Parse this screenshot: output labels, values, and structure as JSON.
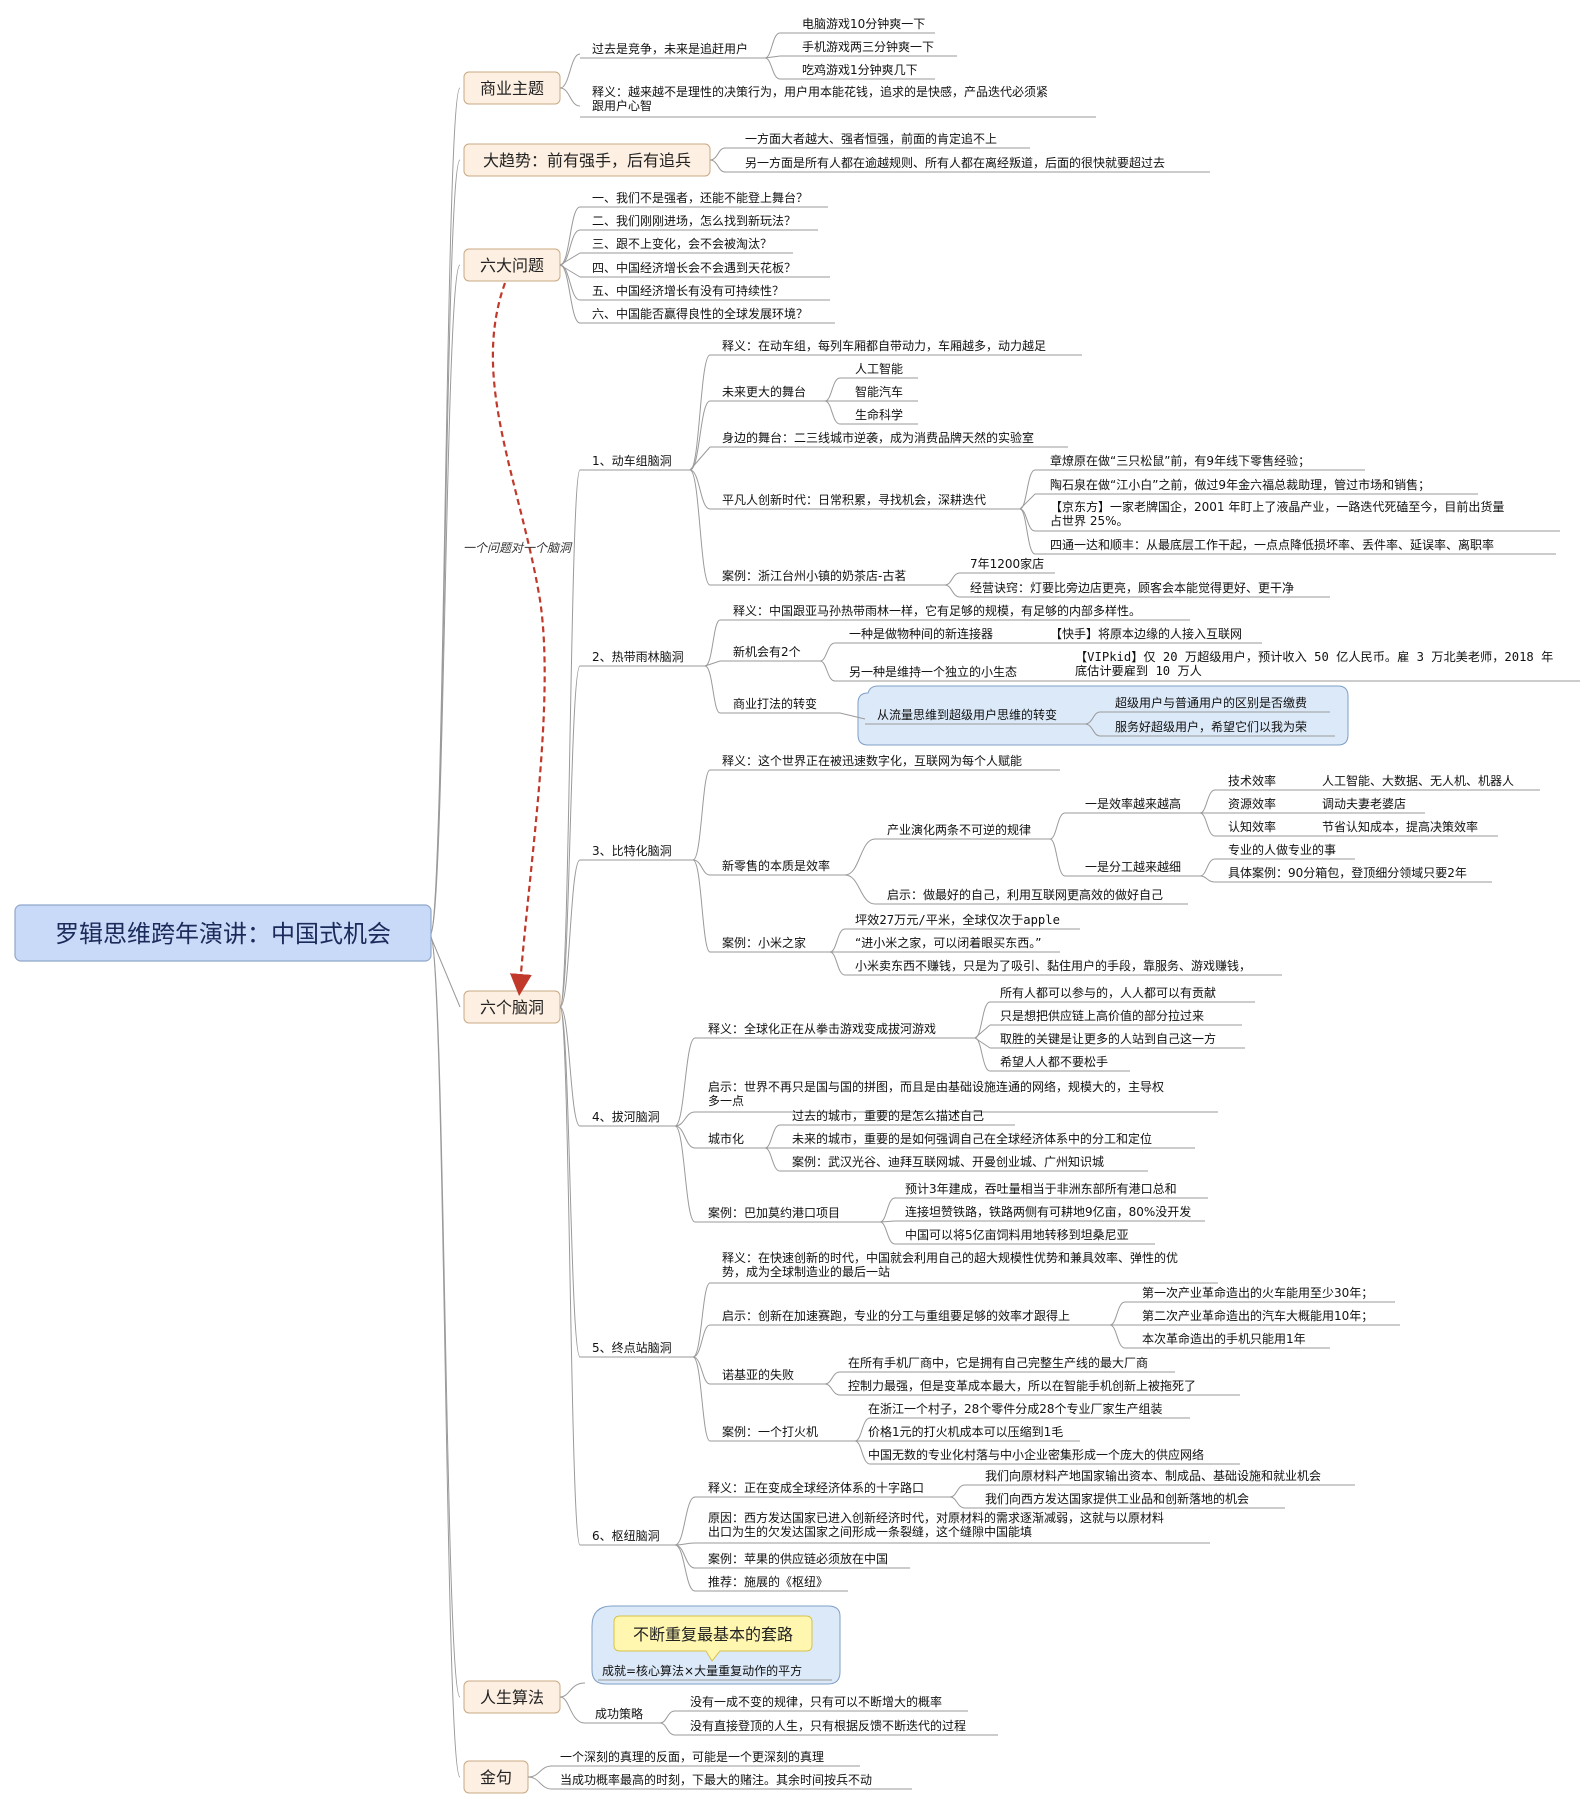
{
  "root": "罗辑思维跨年演讲：中国式机会",
  "relation_label": "一个问题对一个脑洞",
  "callout": "不断重复最基本的套路",
  "nodes": {
    "biz": "商业主题",
    "biz_a": "过去是竞争，未来是追赶用户",
    "biz_a1": "电脑游戏10分钟爽一下",
    "biz_a2": "手机游戏两三分钟爽一下",
    "biz_a3": "吃鸡游戏1分钟爽几下",
    "biz_b1": "释义：越来越不是理性的决策行为，用户用本能花钱，追求的是快感，产品迭代必须紧",
    "biz_b2": "跟用户心智",
    "trend": "大趋势：前有强手，后有追兵",
    "trend_1": "一方面大者越大、强者恒强，前面的肯定追不上",
    "trend_2": "另一方面是所有人都在逾越规则、所有人都在离经叛道，后面的很快就要超过去",
    "q": "六大问题",
    "q1": "一、我们不是强者，还能不能登上舞台？",
    "q2": "二、我们刚刚进场，怎么找到新玩法？",
    "q3": "三、跟不上变化，会不会被淘汰？",
    "q4": "四、中国经济增长会不会遇到天花板？",
    "q5": "五、中国经济增长有没有可持续性？",
    "q6": "六、中国能否赢得良性的全球发展环境？",
    "b": "六个脑洞",
    "b1": "1、动车组脑洞",
    "b1_a": "释义：在动车组，每列车厢都自带动力，车厢越多，动力越足",
    "b1_b": "未来更大的舞台",
    "b1_b1": "人工智能",
    "b1_b2": "智能汽车",
    "b1_b3": "生命科学",
    "b1_c": "身边的舞台：二三线城市逆袭，成为消费品牌天然的实验室",
    "b1_d": "平凡人创新时代：日常积累，寻找机会，深耕迭代",
    "b1_d1": "章燎原在做“三只松鼠”前，有9年线下零售经验；",
    "b1_d2": "陶石泉在做“江小白”之前，做过9年金六福总裁助理，管过市场和销售；",
    "b1_d3a": "【京东方】一家老牌国企，2001 年盯上了液晶产业，一路迭代死磕至今，目前出货量",
    "b1_d3b": "占世界 25%。",
    "b1_d4": "四通一达和顺丰：从最底层工作干起，一点点降低损坏率、丢件率、延误率、离职率",
    "b1_e": "案例：浙江台州小镇的奶茶店-古茗",
    "b1_e1": "7年1200家店",
    "b1_e2": "经营诀窍：灯要比旁边店更亮，顾客会本能觉得更好、更干净",
    "b2": "2、热带雨林脑洞",
    "b2_a": "释义：中国跟亚马孙热带雨林一样，它有足够的规模，有足够的内部多样性。",
    "b2_b": "新机会有2个",
    "b2_b1": "一种是做物种间的新连接器",
    "b2_b1x": "【快手】将原本边缘的人接入互联网",
    "b2_b2": "另一种是维持一个独立的小生态",
    "b2_b2xa": "【VIPkid】仅 20 万超级用户，预计收入 50 亿人民币。雇 3 万北美老师，2018 年",
    "b2_b2xb": "底估计要雇到 10 万人",
    "b2_c": "商业打法的转变",
    "b2_c1": "从流量思维到超级用户思维的转变",
    "b2_c1a": "超级用户与普通用户的区别是否缴费",
    "b2_c1b": "服务好超级用户，希望它们以我为荣",
    "b3": "3、比特化脑洞",
    "b3_a": "释义：这个世界正在被迅速数字化，互联网为每个人赋能",
    "b3_b": "新零售的本质是效率",
    "b3_b1": "产业演化两条不可逆的规律",
    "b3_b1a": "一是效率越来越高",
    "b3_b1a1": "技术效率",
    "b3_b1a1x": "人工智能、大数据、无人机、机器人",
    "b3_b1a2": "资源效率",
    "b3_b1a2x": "调动夫妻老婆店",
    "b3_b1a3": "认知效率",
    "b3_b1a3x": "节省认知成本，提高决策效率",
    "b3_b1b": "一是分工越来越细",
    "b3_b1b1": "专业的人做专业的事",
    "b3_b1b2": "具体案例：90分箱包，登顶细分领域只要2年",
    "b3_b2": "启示：做最好的自己，利用互联网更高效的做好自己",
    "b3_c": "案例：小米之家",
    "b3_c1": "坪效27万元/平米，全球仅次于apple",
    "b3_c2": "“进小米之家，可以闭着眼买东西。”",
    "b3_c3": "小米卖东西不赚钱，只是为了吸引、黏住用户的手段，靠服务、游戏赚钱，",
    "b4": "4、拔河脑洞",
    "b4_a": "释义：全球化正在从拳击游戏变成拔河游戏",
    "b4_a1": "所有人都可以参与的，人人都可以有贡献",
    "b4_a2": "只是想把供应链上高价值的部分拉过来",
    "b4_a3": "取胜的关键是让更多的人站到自己这一方",
    "b4_a4": "希望人人都不要松手",
    "b4_b1": "启示：世界不再只是国与国的拼图，而且是由基础设施连通的网络，规模大的，主导权",
    "b4_b2": "多一点",
    "b4_c": "城市化",
    "b4_c1": "过去的城市，重要的是怎么描述自己",
    "b4_c2": "未来的城市，重要的是如何强调自己在全球经济体系中的分工和定位",
    "b4_c3": "案例：武汉光谷、迪拜互联网城、开曼创业城、广州知识城",
    "b4_d": "案例：巴加莫约港口项目",
    "b4_d1": "预计3年建成，吞吐量相当于非洲东部所有港口总和",
    "b4_d2": "连接坦赞铁路，铁路两侧有可耕地9亿亩，80%没开发",
    "b4_d3": "中国可以将5亿亩饲料用地转移到坦桑尼亚",
    "b5": "5、终点站脑洞",
    "b5_a1": "释义：在快速创新的时代，中国就会利用自己的超大规模性优势和兼具效率、弹性的优",
    "b5_a2": "势，成为全球制造业的最后一站",
    "b5_b": "启示：创新在加速赛跑，专业的分工与重组要足够的效率才跟得上",
    "b5_b1": "第一次产业革命造出的火车能用至少30年；",
    "b5_b2": "第二次产业革命造出的汽车大概能用10年；",
    "b5_b3": "本次革命造出的手机只能用1年",
    "b5_c": "诺基亚的失败",
    "b5_c1": "在所有手机厂商中，它是拥有自己完整生产线的最大厂商",
    "b5_c2": "控制力最强，但是变革成本最大，所以在智能手机创新上被拖死了",
    "b5_d": "案例：一个打火机",
    "b5_d1": "在浙江一个村子，28个零件分成28个专业厂家生产组装",
    "b5_d2": "价格1元的打火机成本可以压缩到1毛",
    "b5_d3": "中国无数的专业化村落与中小企业密集形成一个庞大的供应网络",
    "b6": "6、枢纽脑洞",
    "b6_a": "释义：正在变成全球经济体系的十字路口",
    "b6_a1": "我们向原材料产地国家输出资本、制成品、基础设施和就业机会",
    "b6_a2": "我们向西方发达国家提供工业品和创新落地的机会",
    "b6_b1": "原因：西方发达国家已进入创新经济时代，对原材料的需求逐渐减弱，这就与以原材料",
    "b6_b2": "出口为生的欠发达国家之间形成一条裂缝，这个缝隙中国能填",
    "b6_c": "案例：苹果的供应链必须放在中国",
    "b6_d": "推荐：施展的《枢纽》",
    "life": "人生算法",
    "life_a": "成就=核心算法×大量重复动作的平方",
    "life_b": "成功策略",
    "life_b1": "没有一成不变的规律，只有可以不断增大的概率",
    "life_b2": "没有直接登顶的人生，只有根据反馈不断迭代的过程",
    "quote": "金句",
    "quote_1": "一个深刻的真理的反面，可能是一个更深刻的真理",
    "quote_2": "当成功概率最高的时刻，下最大的赌注。其余时间按兵不动"
  },
  "colors": {
    "root_fill": "#c9daf8",
    "root_border": "#8fa7c9",
    "main_fill": "#fdf0e2",
    "main_border": "#c8a983",
    "boundary_fill": "#dce9f8",
    "callout_fill": "#fff7b0",
    "relation": "#c0392b"
  }
}
